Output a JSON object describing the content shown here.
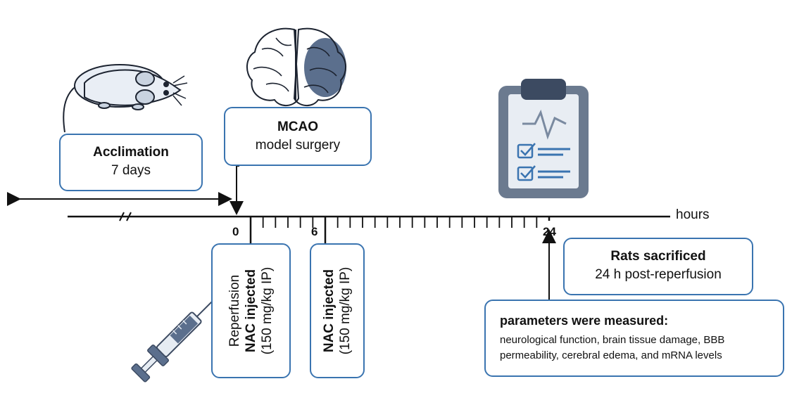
{
  "acclimation": {
    "title": "Acclimation",
    "duration": "7 days"
  },
  "mcao": {
    "title": "MCAO",
    "subtitle": "model surgery"
  },
  "timeline": {
    "unit_label": "hours",
    "tick_0": "0",
    "tick_6": "6",
    "tick_24": "24"
  },
  "reperfusion_box": {
    "line1": "Reperfusion",
    "line2": "NAC injected",
    "line3": "(150 mg/kg IP)"
  },
  "second_injection": {
    "line1": "NAC injected",
    "line2": "(150 mg/kg IP)"
  },
  "sacrifice": {
    "title": "Rats sacrificed",
    "subtitle": "24 h post-reperfusion"
  },
  "parameters": {
    "title": "parameters were measured:",
    "line1": "neurological function, brain tissue damage, BBB",
    "line2": "permeability, cerebral edema, and mRNA levels"
  },
  "icons": [
    "rat-icon",
    "brain-icon",
    "clipboard-icon",
    "syringe-icon"
  ],
  "colors": {
    "border": "#3a74b0",
    "icon_fill": "#e6ecf3",
    "icon_dark": "#5b6f8d"
  }
}
